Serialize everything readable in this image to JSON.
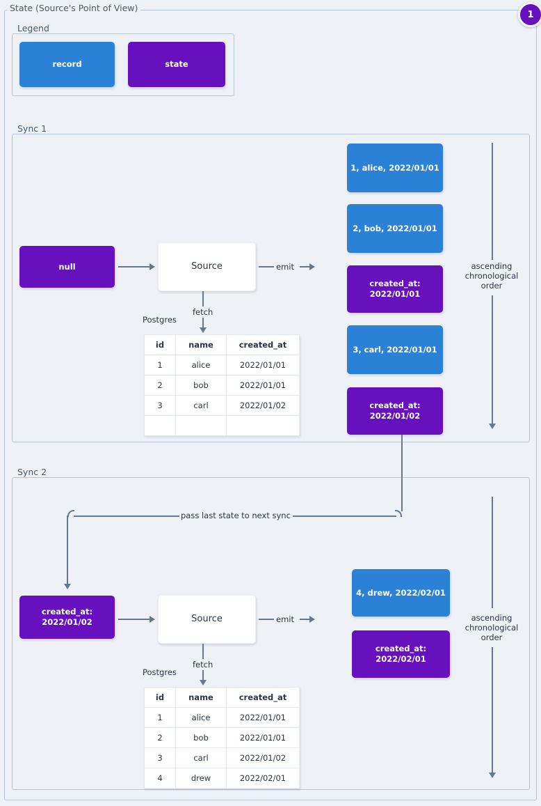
{
  "diagram": {
    "title": "State (Source's Point of View)",
    "badge": "1",
    "accent_record": "#2a81d6",
    "accent_state": "#6710bd",
    "background": "#eef1f6",
    "connector_color": "#67788c"
  },
  "legend": {
    "label": "Legend",
    "items": [
      {
        "label": "record",
        "kind": "record"
      },
      {
        "label": "state",
        "kind": "state"
      }
    ]
  },
  "sync1": {
    "label": "Sync 1",
    "input_state": "null",
    "source": "Source",
    "fetch_label": "fetch",
    "db_label": "Postgres",
    "emit_label": "emit",
    "order_note": "ascending\nchronological\norder",
    "table": {
      "columns": [
        "id",
        "name",
        "created_at"
      ],
      "rows": [
        [
          "1",
          "alice",
          "2022/01/01"
        ],
        [
          "2",
          "bob",
          "2022/01/01"
        ],
        [
          "3",
          "carl",
          "2022/01/02"
        ],
        [
          "",
          "",
          ""
        ]
      ]
    },
    "emitted": [
      {
        "kind": "record",
        "text": "1, alice, 2022/01/01"
      },
      {
        "kind": "record",
        "text": "2, bob, 2022/01/01"
      },
      {
        "kind": "state",
        "text": "created_at:\n2022/01/01"
      },
      {
        "kind": "record",
        "text": "3, carl, 2022/01/01"
      },
      {
        "kind": "state",
        "text": "created_at:\n2022/01/02"
      }
    ]
  },
  "handoff": {
    "label": "pass last state to next sync"
  },
  "sync2": {
    "label": "Sync 2",
    "input_state": "created_at:\n2022/01/02",
    "source": "Source",
    "fetch_label": "fetch",
    "db_label": "Postgres",
    "emit_label": "emit",
    "order_note": "ascending\nchronological\norder",
    "table": {
      "columns": [
        "id",
        "name",
        "created_at"
      ],
      "rows": [
        [
          "1",
          "alice",
          "2022/01/01"
        ],
        [
          "2",
          "bob",
          "2022/01/01"
        ],
        [
          "3",
          "carl",
          "2022/01/02"
        ],
        [
          "4",
          "drew",
          "2022/02/01"
        ]
      ]
    },
    "emitted": [
      {
        "kind": "record",
        "text": "4, drew, 2022/02/01"
      },
      {
        "kind": "state",
        "text": "created_at:\n2022/02/01"
      }
    ]
  }
}
